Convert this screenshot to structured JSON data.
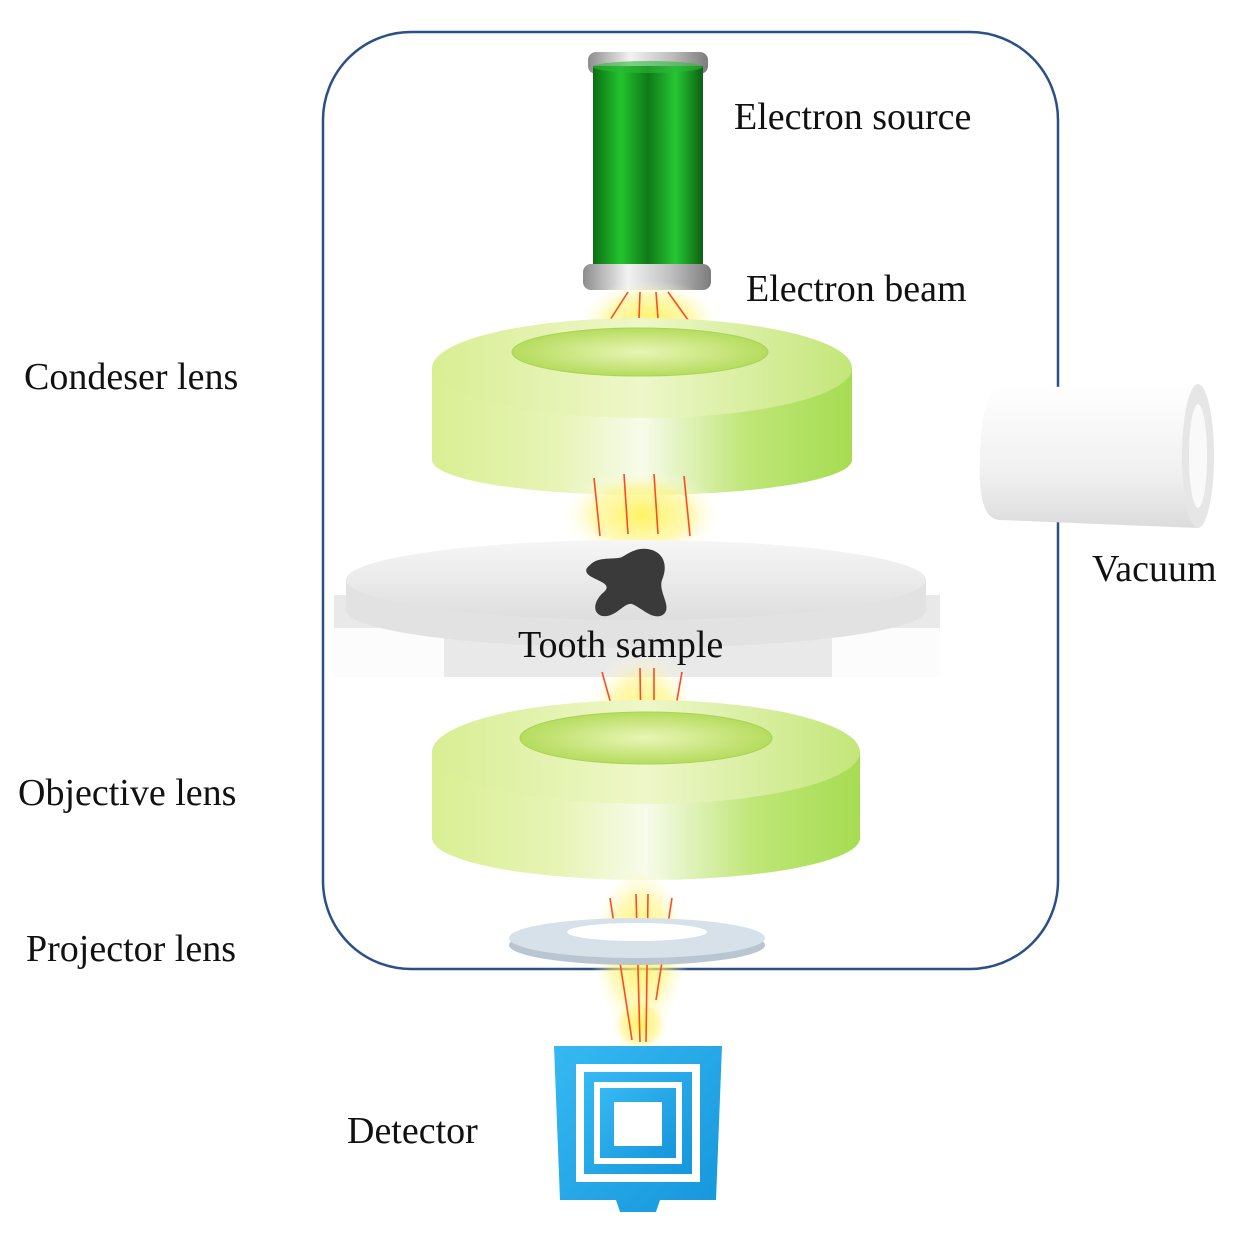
{
  "labels": {
    "electron_source": "Electron source",
    "electron_beam": "Electron beam",
    "condenser_lens": "Condeser lens",
    "vacuum": "Vacuum",
    "tooth_sample": "Tooth sample",
    "objective_lens": "Objective lens",
    "projector_lens": "Projector lens",
    "detector": "Detector"
  },
  "colors": {
    "chamber_outline": "#2b4f86",
    "electron_source": "#1fa82a",
    "lens_body": "#c9ec7a",
    "lens_highlight": "#f7fbe8",
    "beam_ray": "#ff4a1f",
    "beam_glow": "#fff25a",
    "stage": "#ececec",
    "sample": "#3a3a3a",
    "projector_ring": "#d3dde6",
    "detector": "#1ea9ea",
    "vacuum_pump": "#f4f4f4"
  },
  "icons": {
    "electron_source": "cylinder-icon",
    "lens": "ring-lens-icon",
    "vacuum": "tube-icon",
    "detector": "square-frame-icon",
    "sample": "tooth-icon"
  }
}
